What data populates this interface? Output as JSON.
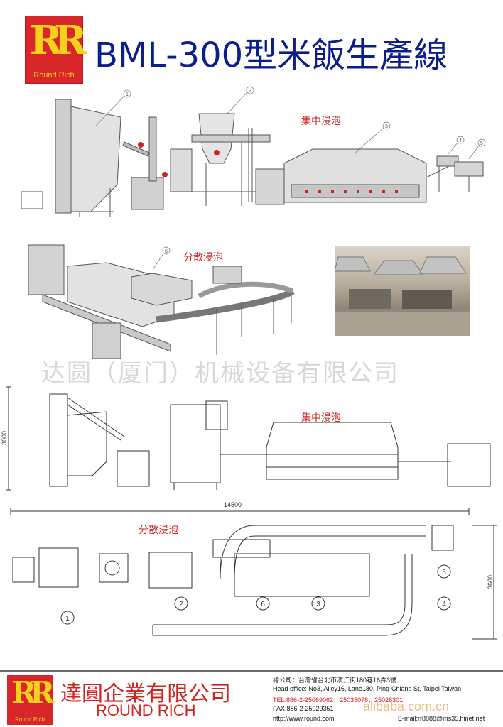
{
  "header": {
    "logo_text": "Round Rich",
    "title": "BML-300型米飯生產線"
  },
  "diagram": {
    "label_central_soak_top": "集中浸泡",
    "label_dispersed_soak_mid": "分散浸泡",
    "label_central_soak_elev": "集中浸泡",
    "label_dispersed_soak_plan": "分散浸泡",
    "watermark": "达圆（厦门）机械设备有限公司",
    "dim_height": "3000",
    "dim_length": "14500",
    "dim_depth": "3600",
    "callouts_top": [
      "1",
      "2",
      "3",
      "4",
      "5"
    ],
    "callout_mid": "6",
    "callouts_plan": [
      "1",
      "2",
      "6",
      "3",
      "4",
      "5"
    ]
  },
  "footer": {
    "logo_text": "Round Rich",
    "company_cn": "達圓企業有限公司",
    "company_en": "ROUND RICH",
    "hq_cn": "總公司：台灣省台北市濱江街180巷16弄3號",
    "hq_en": "Head office: No3, Alley16, Lane180, Ping-Chiang St, Taipei Taiwan",
    "tel": "TEL:886-2-25069062、25035078、25028301",
    "fax": "FAX:886-2-25029351",
    "web": "http://www.round.com",
    "email": "E-mail:rr8888@ms35.hinet.net",
    "watermark": "alibaba.com.cn"
  },
  "colors": {
    "brand_red": "#d8262b",
    "brand_yellow": "#f4d21b",
    "title_blue": "#0c1e8a",
    "label_red": "#d0231e"
  }
}
